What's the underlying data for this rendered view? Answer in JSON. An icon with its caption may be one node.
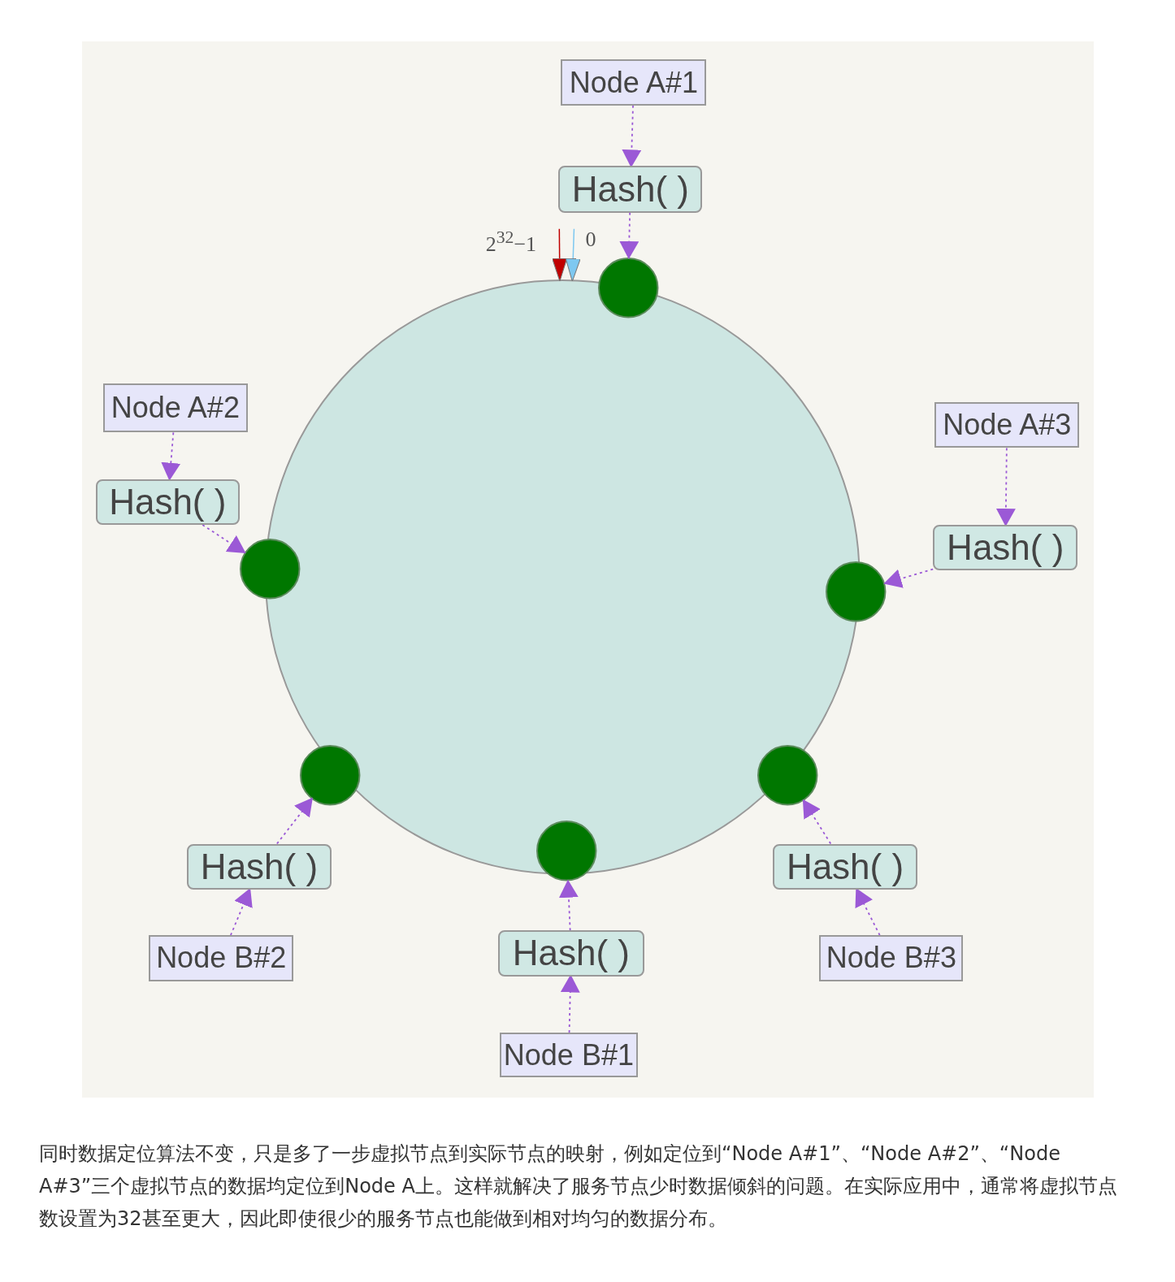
{
  "diagram": {
    "caption": "同时数据定位算法不变，只是多了一步虚拟节点到实际节点的映射，例如定位到“Node A#1”、“Node A#2”、“Node A#3”三个虚拟节点的数据均定位到Node A上。这样就解决了服务节点少时数据倾斜的问题。在实际应用中，通常将虚拟节点数设置为32甚至更大，因此即使很少的服务节点也能做到相对均匀的数据分布。",
    "nodes": [
      {
        "text": [],
        "shape": "circle"
      },
      {
        "text": [
          "Node A#1"
        ]
      },
      {
        "text": [
          "Hash( )"
        ]
      },
      {
        "text": [],
        "shape": "circle"
      },
      {
        "text": [
          "Node A#2"
        ]
      },
      {
        "text": [
          "Hash( )"
        ]
      },
      {
        "text": [],
        "shape": "circle"
      },
      {
        "text": [
          "Node A#3"
        ]
      },
      {
        "text": [
          "Hash( )"
        ]
      },
      {
        "text": [],
        "shape": "circle"
      },
      {
        "text": [
          "Hash( )"
        ]
      },
      {
        "text": [
          "Node B#2"
        ]
      },
      {
        "text": [],
        "shape": "circle"
      },
      {
        "text": [
          "Hash( )"
        ]
      },
      {
        "text": [
          "Node B#3"
        ]
      },
      {
        "text": [],
        "shape": "circle"
      },
      {
        "text": [
          "Hash( )"
        ]
      },
      {
        "text": [
          "Node B#1"
        ]
      },
      {
        "text": [],
        "shape": "circle"
      }
    ],
    "edges": [
      {
        "from": 1,
        "to": 2,
        "arrow": "to",
        "style": "dashed"
      },
      {
        "from": 2,
        "to": 3,
        "arrow": "to",
        "style": "dashed"
      },
      {
        "from": 4,
        "to": 5,
        "arrow": "to",
        "style": "dashed"
      },
      {
        "from": 5,
        "to": 6,
        "arrow": "to",
        "style": "dashed"
      },
      {
        "from": 7,
        "to": 8,
        "arrow": "to",
        "style": "dashed"
      },
      {
        "from": 8,
        "to": 9,
        "arrow": "to",
        "style": "dashed"
      },
      {
        "from": 11,
        "to": 10,
        "arrow": "to",
        "style": "dashed"
      },
      {
        "from": 10,
        "to": 12,
        "arrow": "to",
        "style": "dashed"
      },
      {
        "from": 14,
        "to": 13,
        "arrow": "to",
        "style": "dashed"
      },
      {
        "from": 13,
        "to": 15,
        "arrow": "to",
        "style": "dashed"
      },
      {
        "from": 17,
        "to": 16,
        "arrow": "to",
        "style": "dashed"
      },
      {
        "from": 16,
        "to": 18,
        "arrow": "to",
        "style": "dashed"
      },
      {
        "from": null,
        "to": 0,
        "arrow": "to",
        "color": "#c00000"
      },
      {
        "from": null,
        "to": 0,
        "arrow": "to",
        "color": "#7ec8f0"
      }
    ],
    "labels": [
      "2$^{32}$−1",
      "0"
    ]
  }
}
